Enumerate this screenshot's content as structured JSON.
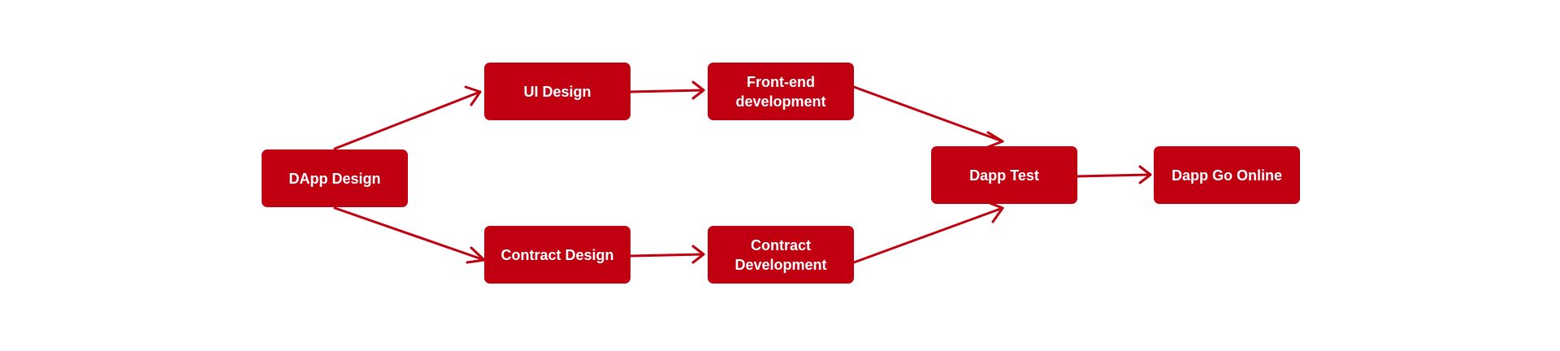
{
  "diagram": {
    "nodes": {
      "dapp_design": "DApp Design",
      "ui_design": "UI Design",
      "contract_design": "Contract Design",
      "frontend_line1": "Front-end",
      "frontend_line2": "development",
      "contract_dev_line1": "Contract",
      "contract_dev_line2": "Development",
      "dapp_test": "Dapp Test",
      "dapp_online": "Dapp Go Online"
    },
    "edges": [
      {
        "from": "DApp Design",
        "to": "UI Design"
      },
      {
        "from": "DApp Design",
        "to": "Contract Design"
      },
      {
        "from": "UI Design",
        "to": "Front-end development"
      },
      {
        "from": "Contract Design",
        "to": "Contract Development"
      },
      {
        "from": "Front-end development",
        "to": "Dapp Test"
      },
      {
        "from": "Contract Development",
        "to": "Dapp Test"
      },
      {
        "from": "Dapp Test",
        "to": "Dapp Go Online"
      }
    ],
    "colors": {
      "node_fill": "#c00010",
      "node_text": "#ffffff",
      "arrow": "#c00010",
      "background": "#ffffff"
    }
  }
}
